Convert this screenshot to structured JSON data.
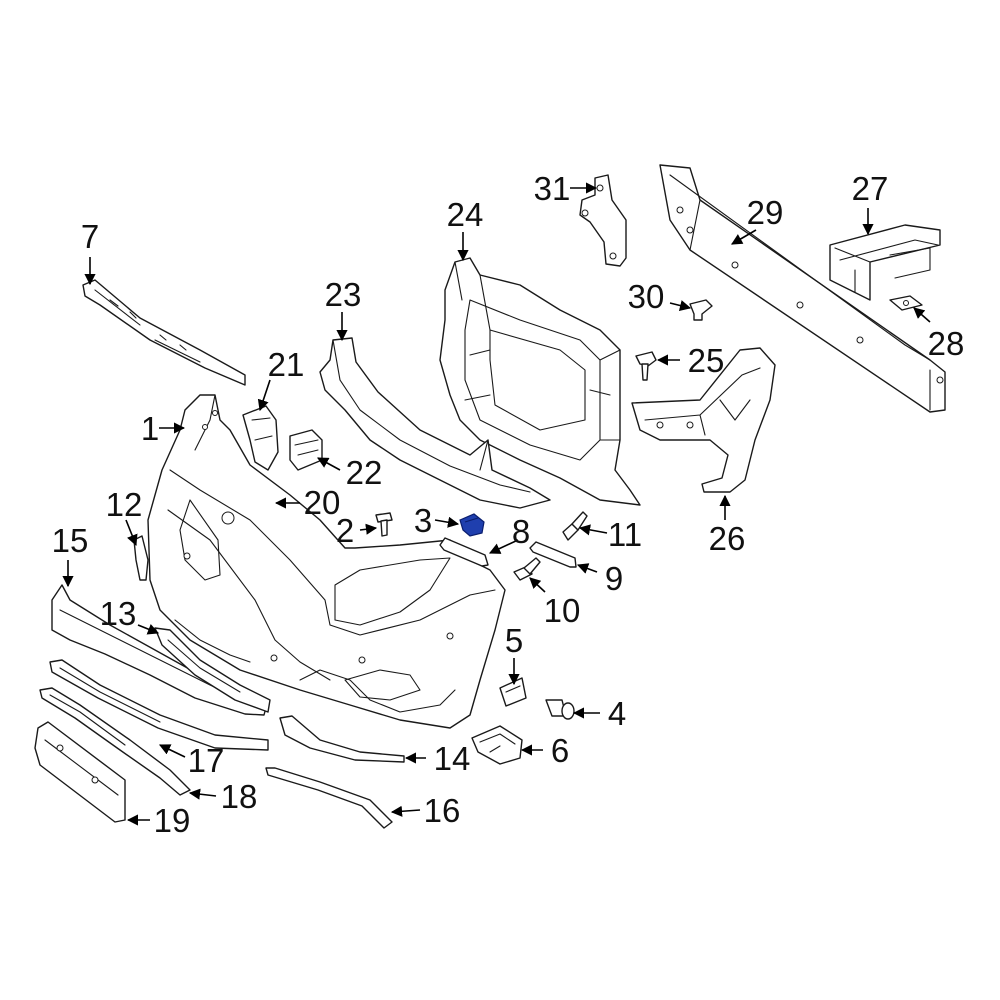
{
  "callouts": {
    "c1": "1",
    "c2": "2",
    "c3": "3",
    "c4": "4",
    "c5": "5",
    "c6": "6",
    "c7": "7",
    "c8": "8",
    "c9": "9",
    "c10": "10",
    "c11": "11",
    "c12": "12",
    "c13": "13",
    "c14": "14",
    "c15": "15",
    "c16": "16",
    "c17": "17",
    "c18": "18",
    "c19": "19",
    "c20": "20",
    "c21": "21",
    "c22": "22",
    "c23": "23",
    "c24": "24",
    "c25": "25",
    "c26": "26",
    "c27": "27",
    "c28": "28",
    "c29": "29",
    "c30": "30",
    "c31": "31"
  },
  "highlight": {
    "part": "3",
    "color": "#1f3fae"
  }
}
